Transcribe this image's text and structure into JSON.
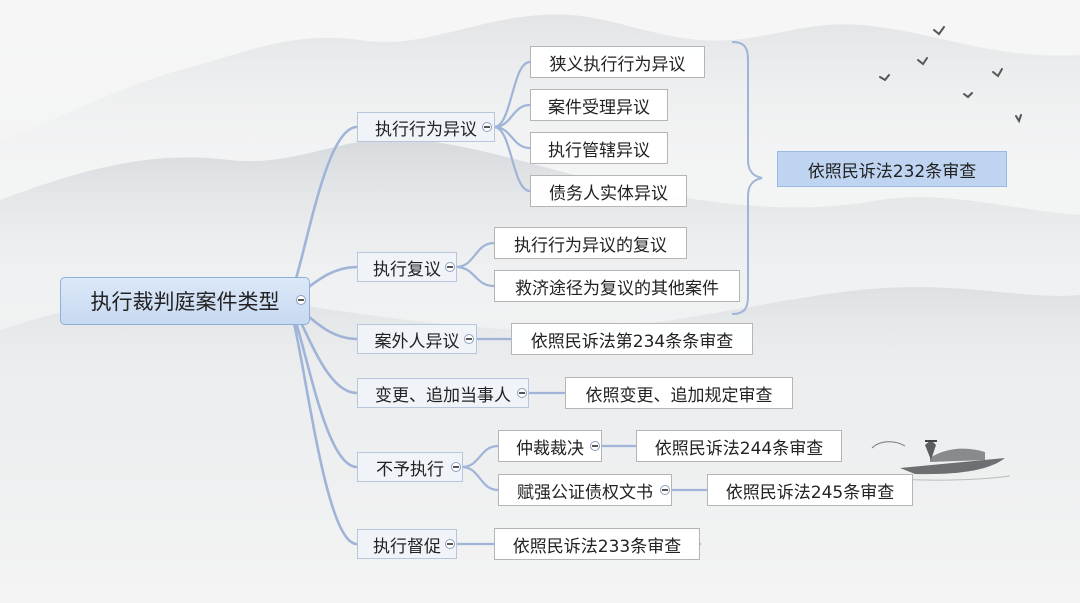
{
  "root": "执行裁判庭案件类型",
  "branches": [
    {
      "label": "执行行为异议",
      "children": [
        "狭义执行行为异议",
        "案件受理异议",
        "执行管辖异议",
        "债务人实体异议"
      ]
    },
    {
      "label": "执行复议",
      "children": [
        "执行行为异议的复议",
        "救济途径为复议的其他案件"
      ]
    },
    {
      "label": "案外人异议",
      "children": [
        "依照民诉法第234条条审查"
      ]
    },
    {
      "label": "变更、追加当事人",
      "children": [
        "依照变更、追加规定审查"
      ]
    },
    {
      "label": "不予执行",
      "children": [
        "仲裁裁决",
        "赋强公证债权文书"
      ],
      "grandchildren": [
        "依照民诉法244条审查",
        "依照民诉法245条审查"
      ]
    },
    {
      "label": "执行督促",
      "children": [
        "依照民诉法233条审查"
      ]
    }
  ],
  "summary": "依照民诉法232条审查",
  "colors": {
    "edge": "#9fb4d7",
    "root_fill": "#c7d9f1",
    "summary_fill": "#bed4f1"
  }
}
